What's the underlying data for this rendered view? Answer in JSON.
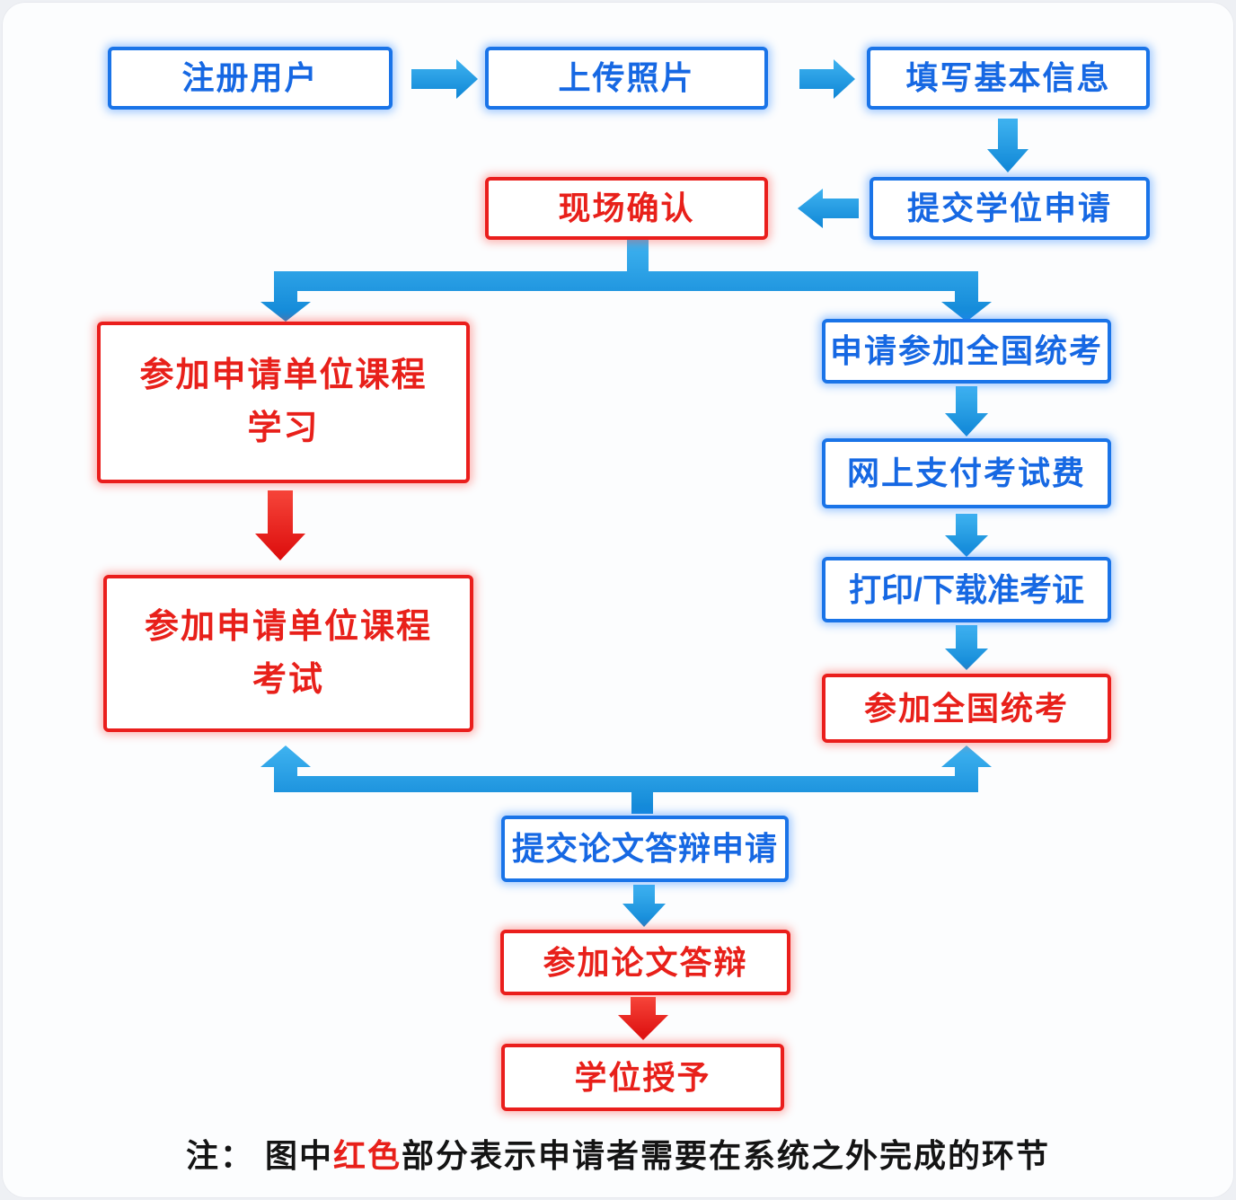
{
  "diagram": {
    "title": "degree-application-process-flowchart",
    "nodes": {
      "register_user": {
        "label": "注册用户",
        "style": "blue"
      },
      "upload_photo": {
        "label": "上传照片",
        "style": "blue"
      },
      "fill_basic_info": {
        "label": "填写基本信息",
        "style": "blue"
      },
      "submit_degree_application": {
        "label": "提交学位申请",
        "style": "blue"
      },
      "onsite_confirmation": {
        "label": "现场确认",
        "style": "red"
      },
      "course_study": {
        "label": "参加申请单位课程\n学习",
        "style": "red"
      },
      "course_exam": {
        "label": "参加申请单位课程\n考试",
        "style": "red"
      },
      "apply_national_exam": {
        "label": "申请参加全国统考",
        "style": "blue"
      },
      "pay_exam_fee_online": {
        "label": "网上支付考试费",
        "style": "blue"
      },
      "print_admission_ticket": {
        "label": "打印/下载准考证",
        "style": "blue"
      },
      "take_national_exam": {
        "label": "参加全国统考",
        "style": "red"
      },
      "submit_defense_application": {
        "label": "提交论文答辩申请",
        "style": "blue"
      },
      "attend_thesis_defense": {
        "label": "参加论文答辩",
        "style": "red"
      },
      "degree_conferral": {
        "label": "学位授予",
        "style": "red"
      }
    },
    "note": {
      "prefix": "注： 图中",
      "highlight": "红色",
      "suffix": "部分表示申请者需要在系统之外完成的环节"
    },
    "colors": {
      "blue_border": "#1a74e8",
      "blue_text": "#1668e3",
      "red_border": "#ea1e1c",
      "red_text": "#e8201a",
      "arrow_blue_light": "#3fb3f0",
      "arrow_blue_dark": "#0f86d6",
      "arrow_red_light": "#f6453a",
      "arrow_red_dark": "#dc0c0c",
      "note_text": "#141414"
    }
  }
}
